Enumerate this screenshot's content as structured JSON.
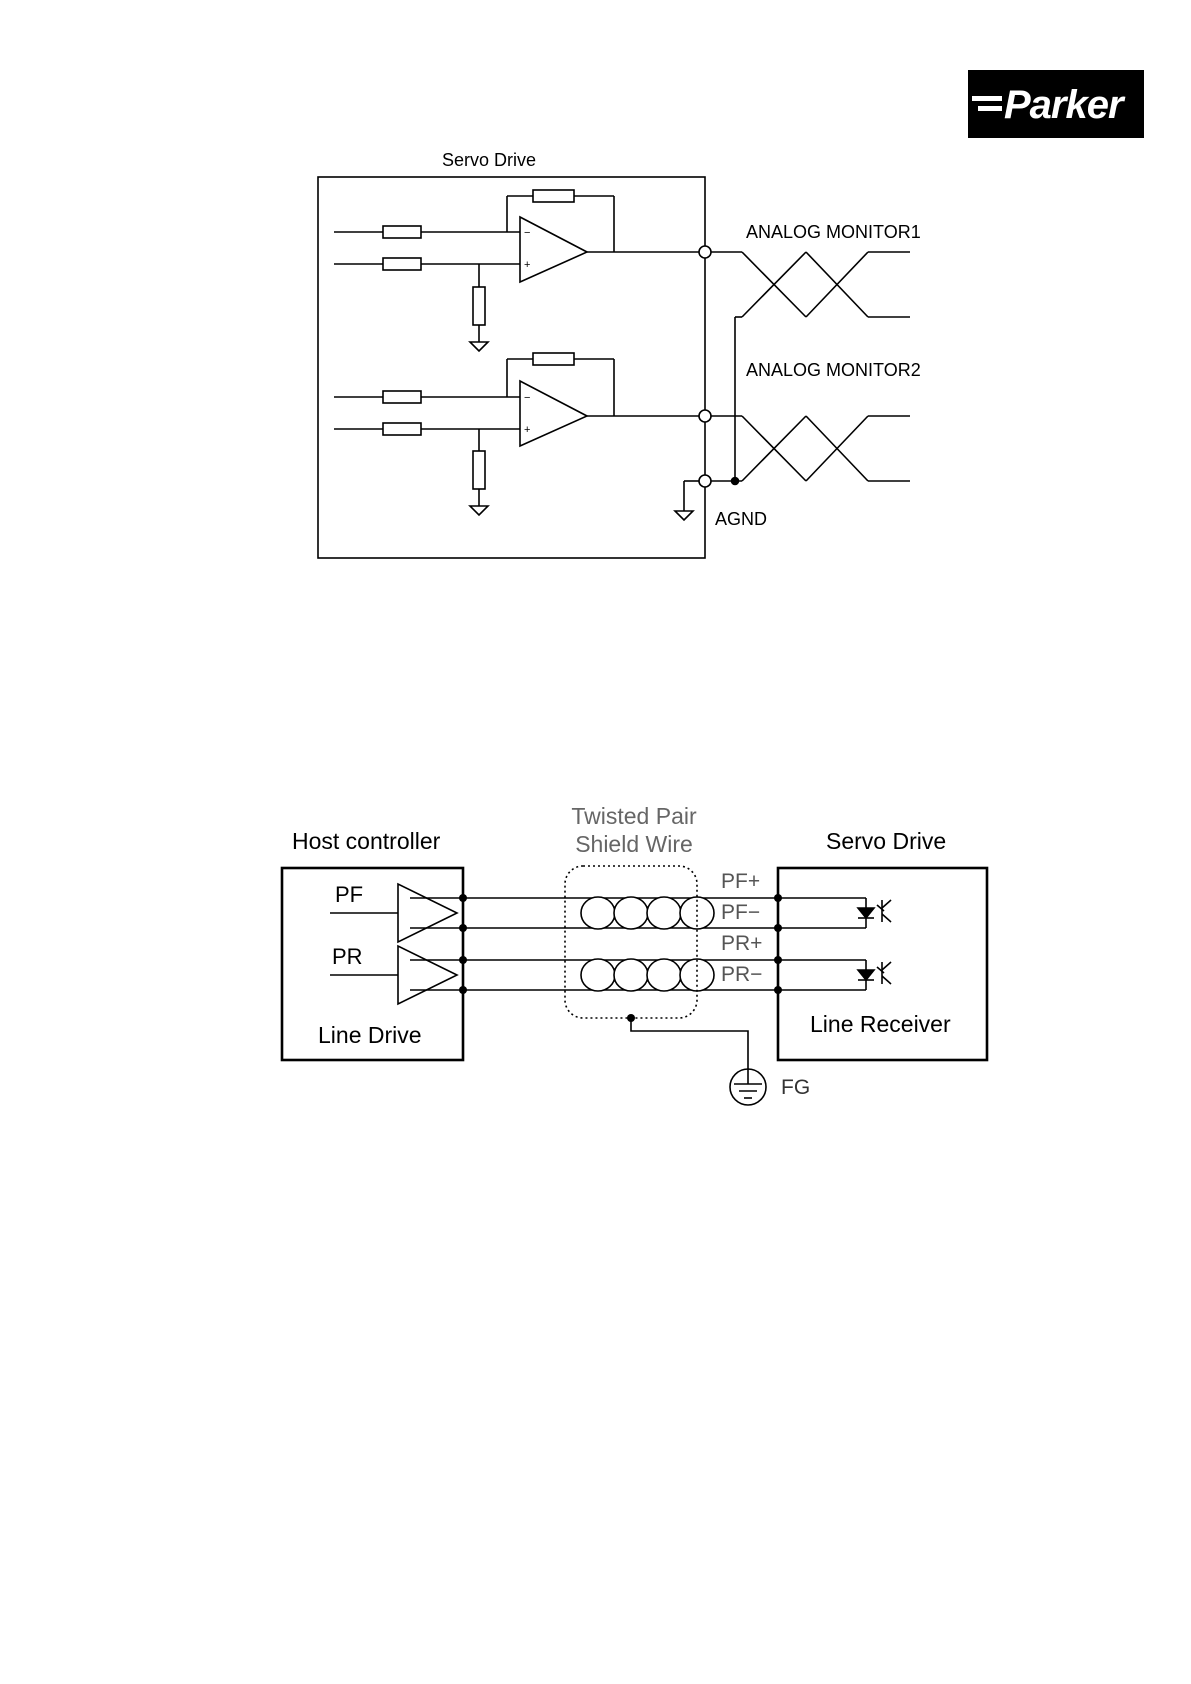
{
  "logo": {
    "brand": "Parker",
    "icon": "parker-logo"
  },
  "analog_monitor_diagram": {
    "title": "Servo Drive",
    "monitor1_label": "ANALOG MONITOR1",
    "monitor2_label": "ANALOG MONITOR2",
    "ground_label": "AGND",
    "opamp_minus": "−",
    "opamp_plus": "+"
  },
  "pulse_input_diagram": {
    "host_title": "Host controller",
    "cable_title_line1": "Twisted Pair",
    "cable_title_line2": "Shield Wire",
    "drive_title": "Servo Drive",
    "host_signal1": "PF",
    "host_signal2": "PR",
    "host_footer": "Line Drive",
    "pin_pf_plus": "PF+",
    "pin_pf_minus": "PF−",
    "pin_pr_plus": "PR+",
    "pin_pr_minus": "PR−",
    "drive_footer": "Line Receiver",
    "frame_ground": "FG"
  }
}
